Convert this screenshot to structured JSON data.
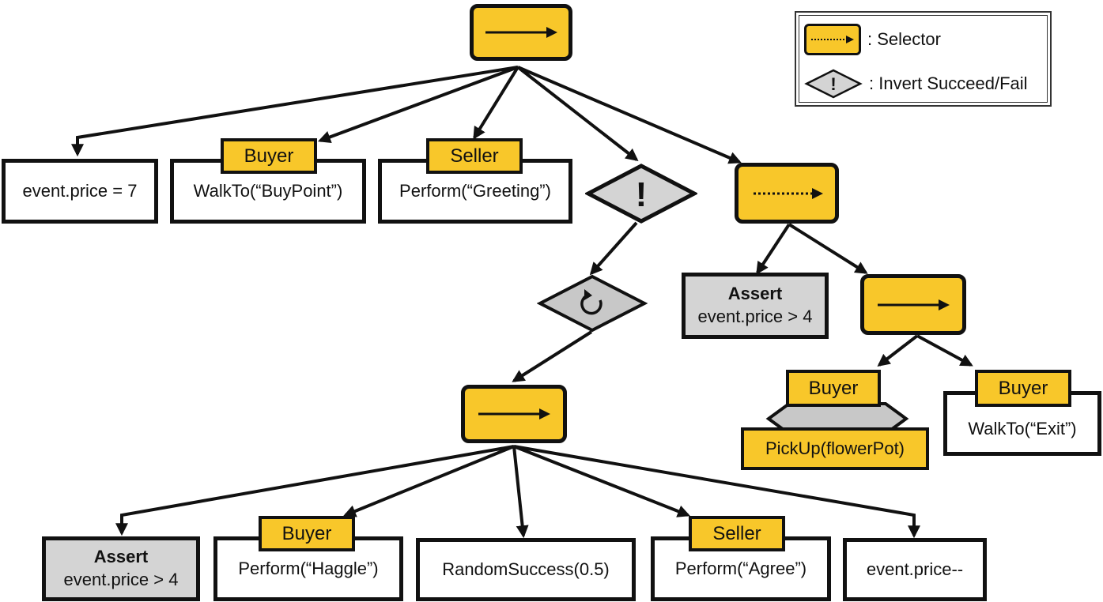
{
  "legend": {
    "selector_label": ": Selector",
    "invert_label": ": Invert Succeed/Fail"
  },
  "nodes": {
    "event_price_7": "event.price = 7",
    "buyer_walkto_buypoint": "WalkTo(“BuyPoint”)",
    "seller_perform_greeting": "Perform(“Greeting”)",
    "assert_right_title": "Assert",
    "assert_right_expr": "event.price > 4",
    "pickup_flowerpot": "PickUp(flowerPot)",
    "walkto_exit": "WalkTo(“Exit”)",
    "assert_bottom_title": "Assert",
    "assert_bottom_expr": "event.price > 4",
    "perform_haggle": "Perform(“Haggle”)",
    "random_success": "RandomSuccess(0.5)",
    "perform_agree": "Perform(“Agree”)",
    "event_price_decrement": "event.price--"
  },
  "actors": {
    "buyer": "Buyer",
    "seller": "Seller"
  },
  "decorators": {
    "invert_symbol": "!"
  },
  "colors": {
    "gold": "#f8c72a",
    "grey": "#d4d4d4",
    "ink": "#111111"
  },
  "icons": {
    "sequence": "solid-arrow-icon",
    "selector": "dotted-arrow-icon",
    "loop": "loop-icon",
    "invert": "exclamation-icon"
  }
}
